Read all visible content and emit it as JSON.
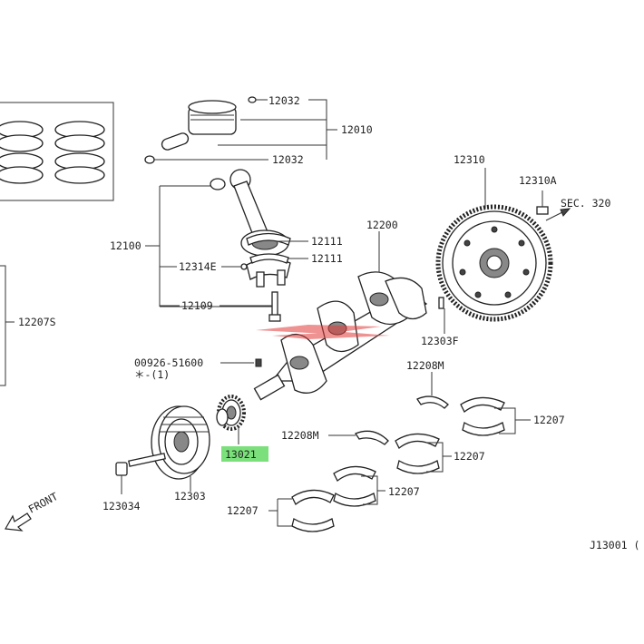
{
  "labels": {
    "p12032_top": "12032",
    "p12010": "12010",
    "p12032_bottom": "12032",
    "p12310": "12310",
    "p12310a": "12310A",
    "sec320": "SEC. 320",
    "p12200": "12200",
    "p12100": "12100",
    "p12111_a": "12111",
    "p12111_b": "12111",
    "p12314e": "12314E",
    "p12109": "12109",
    "p12207s": "12207S",
    "p12303f": "12303F",
    "p00926": "00926-51600",
    "p00926_sub": "＊-(1)",
    "p12208m_top": "12208M",
    "p12207_r": "12207",
    "p13021": "13021",
    "p12208m_mid": "12208M",
    "p12207_m": "12207",
    "p12207_c": "12207",
    "p12207_l": "12207",
    "p123034": "123034",
    "p12303": "12303",
    "front": "FRONT",
    "ref_code": "J13001 ("
  },
  "highlight_color": "#7be07b",
  "watermark_color": "#e23a3a"
}
